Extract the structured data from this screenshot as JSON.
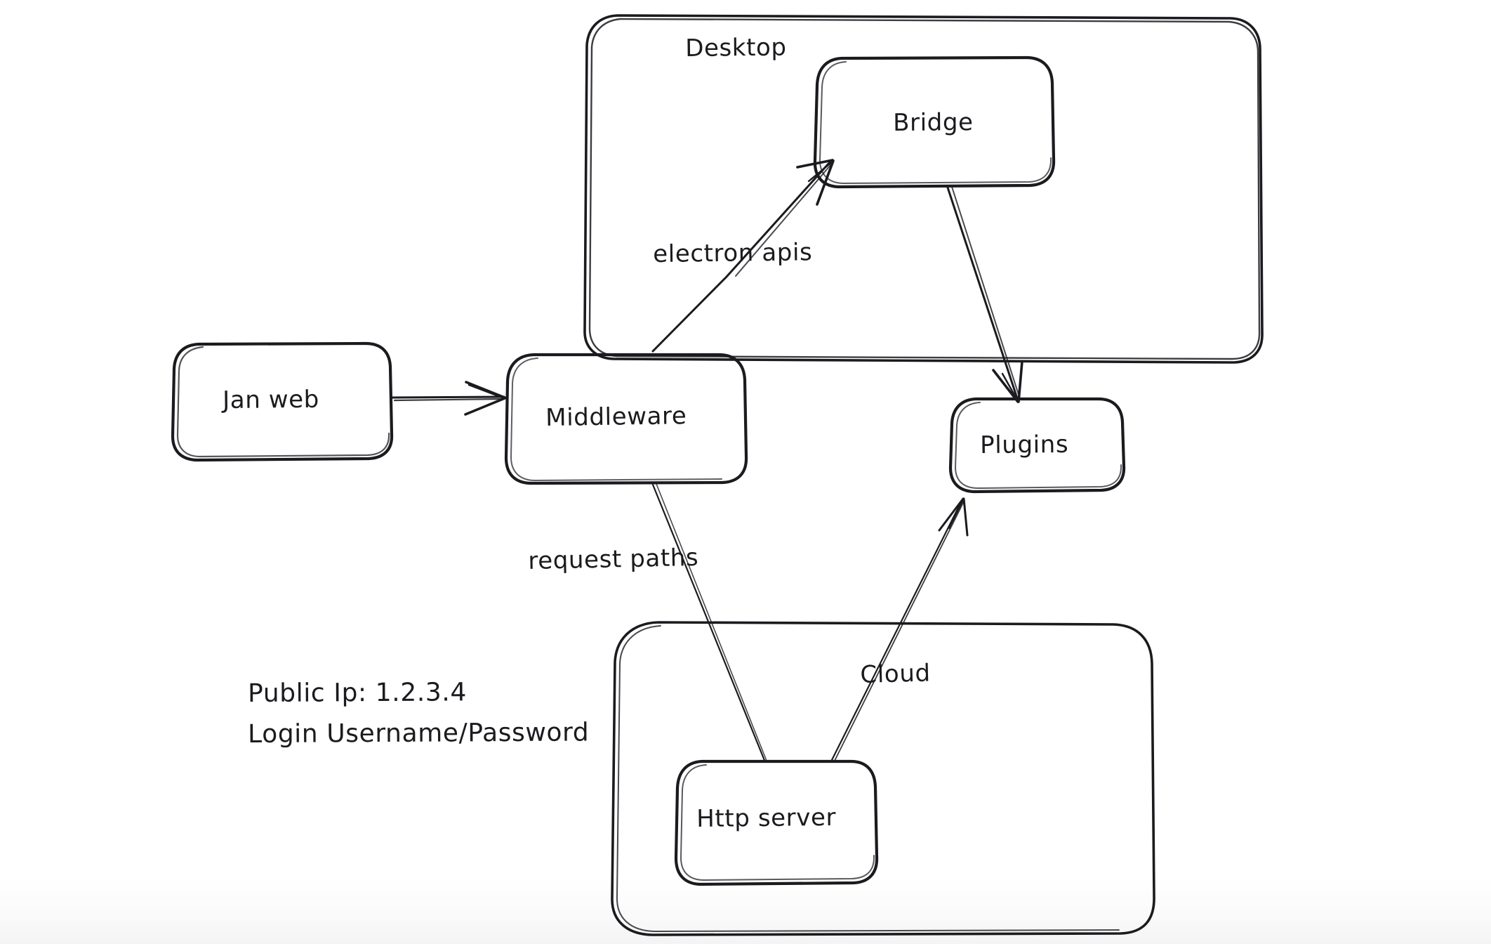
{
  "diagram": {
    "title": "Jan architecture sketch",
    "style": "hand-drawn whiteboard sketch",
    "background_color": "#ffffff",
    "stroke_color": "#1b1b1f"
  },
  "groups": [
    {
      "id": "desktop",
      "label": "Desktop"
    },
    {
      "id": "cloud_group",
      "label": ""
    }
  ],
  "nodes": [
    {
      "id": "jan_web",
      "label": "Jan web"
    },
    {
      "id": "middleware",
      "label": "Middleware"
    },
    {
      "id": "bridge",
      "label": "Bridge"
    },
    {
      "id": "plugins",
      "label": "Plugins"
    },
    {
      "id": "http_server",
      "label": "Http server"
    }
  ],
  "edges": [
    {
      "id": "e_janweb_middleware",
      "from": "jan_web",
      "to": "middleware",
      "label": "",
      "arrow": true
    },
    {
      "id": "e_middleware_bridge",
      "from": "middleware",
      "to": "bridge",
      "label": "electron apis",
      "arrow": true
    },
    {
      "id": "e_bridge_plugins",
      "from": "bridge",
      "to": "plugins",
      "label": "",
      "arrow": true
    },
    {
      "id": "e_middleware_http",
      "from": "middleware",
      "to": "http_server",
      "label": "request paths",
      "arrow": false
    },
    {
      "id": "e_http_plugins",
      "from": "http_server",
      "to": "plugins",
      "label": "Cloud",
      "arrow": true
    }
  ],
  "notes": {
    "server_info_line_1": "Public Ip: 1.2.3.4",
    "server_info_line_2": "Login Username/Password"
  }
}
